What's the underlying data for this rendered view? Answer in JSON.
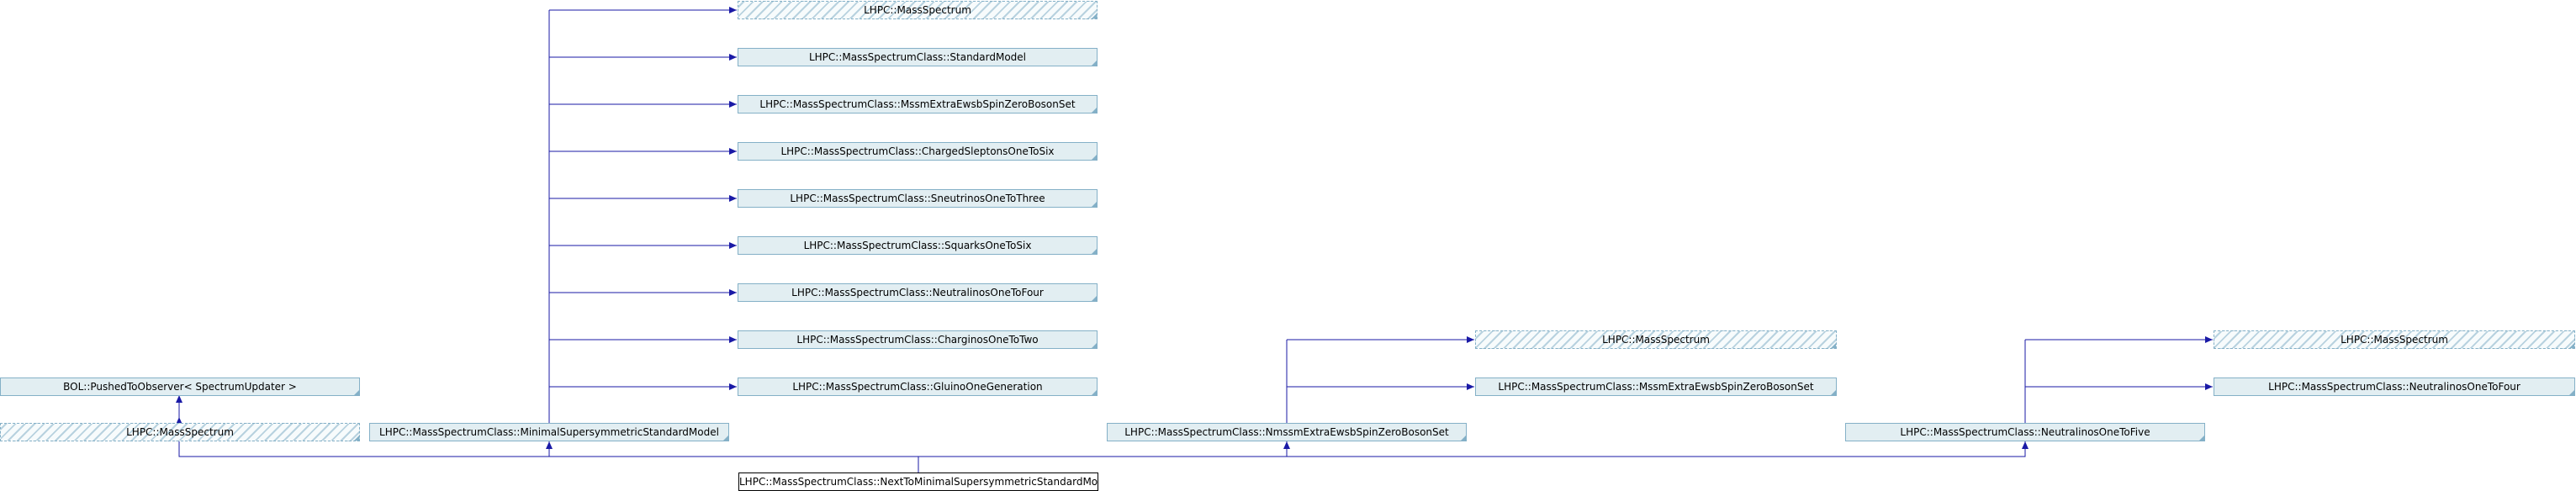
{
  "diagram": {
    "current_class": "LHPC::MassSpectrumClass::NextToMinimalSupersymmetricStandardModel",
    "nodes": {
      "pushed_observer": "BOL::PushedToObserver< SpectrumUpdater >",
      "mass_spectrum_base": "LHPC::MassSpectrum",
      "mssm": "LHPC::MassSpectrumClass::MinimalSupersymmetricStandardModel",
      "mssm_children": [
        "LHPC::MassSpectrum",
        "LHPC::MassSpectrumClass::StandardModel",
        "LHPC::MassSpectrumClass::MssmExtraEwsbSpinZeroBosonSet",
        "LHPC::MassSpectrumClass::ChargedSleptonsOneToSix",
        "LHPC::MassSpectrumClass::SneutrinosOneToThree",
        "LHPC::MassSpectrumClass::SquarksOneToSix",
        "LHPC::MassSpectrumClass::NeutralinosOneToFour",
        "LHPC::MassSpectrumClass::CharginosOneToTwo",
        "LHPC::MassSpectrumClass::GluinoOneGeneration"
      ],
      "nmssm_ewsb": "LHPC::MassSpectrumClass::NmssmExtraEwsbSpinZeroBosonSet",
      "nmssm_ewsb_children": [
        "LHPC::MassSpectrum",
        "LHPC::MassSpectrumClass::MssmExtraEwsbSpinZeroBosonSet"
      ],
      "neutralinos_five": "LHPC::MassSpectrumClass::NeutralinosOneToFive",
      "neutralinos_five_children": [
        "LHPC::MassSpectrum",
        "LHPC::MassSpectrumClass::NeutralinosOneToFour"
      ]
    },
    "colors": {
      "edge": "#1a1aa6",
      "node_fill": "#e2eef2",
      "node_border": "#84b0c7",
      "current_border": "#000000"
    }
  }
}
